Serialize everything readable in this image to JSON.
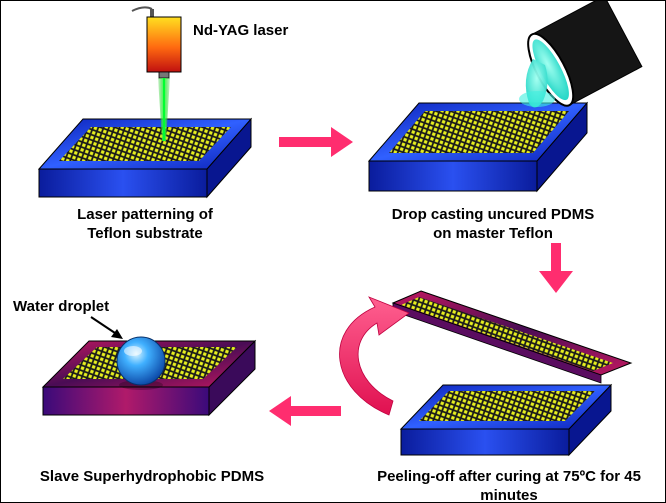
{
  "labels": {
    "laser": "Nd-YAG laser",
    "step1_line1": "Laser patterning of",
    "step1_line2": "Teflon substrate",
    "step2_line1": "Drop casting uncured PDMS",
    "step2_line2": "on master Teflon",
    "water_droplet": "Water droplet",
    "step4": "Slave Superhydrophobic PDMS",
    "step3_line1": "Peeling-off after curing at 75ºC for 45",
    "step3_line2": "minutes"
  },
  "colors": {
    "arrow": "#ff2d6f",
    "substrate_top": "#1c3fe0",
    "substrate_side": "#10208a",
    "pdms_top": "#5c1460",
    "pdms_side": "#c0206a",
    "pattern_yellow": "#e8f020",
    "laser_beam": "#30ff40",
    "pdms_liquid": "#30f0d8",
    "droplet": "#2090ff"
  }
}
